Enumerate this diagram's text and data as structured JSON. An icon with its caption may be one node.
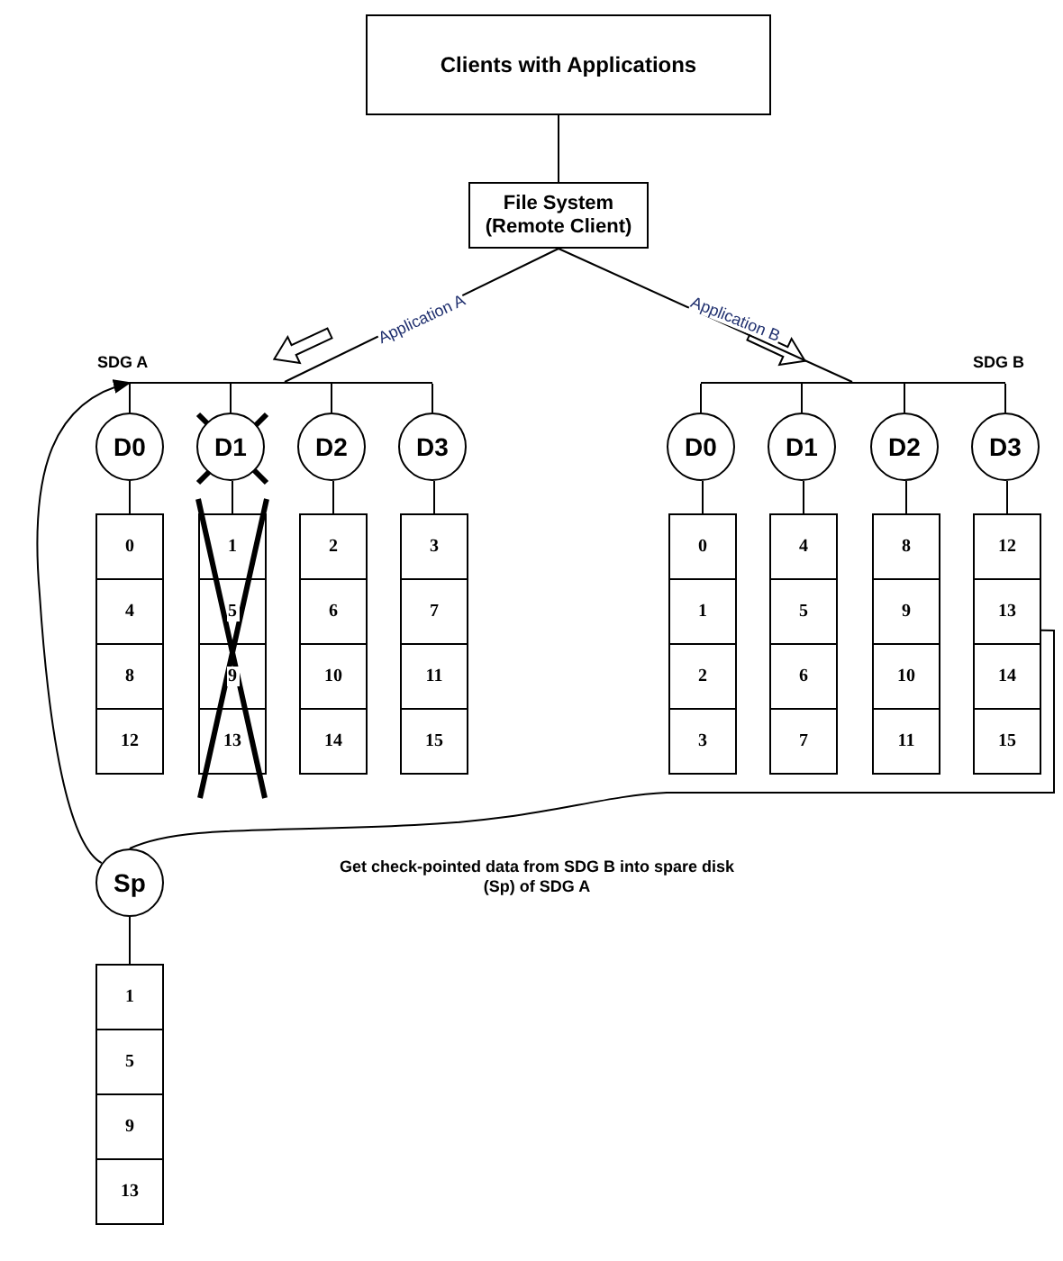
{
  "diagram": {
    "nodes": [
      {
        "text": [
          "Clients with Applications"
        ]
      },
      {
        "text": [
          "File System (Remote Client)"
        ]
      },
      {
        "text": [],
        "shape": "bar",
        "beside": [
          "SDG A"
        ]
      },
      {
        "text": [
          "D0"
        ]
      },
      {
        "text": [
          "D1"
        ]
      },
      {
        "text": [
          "D2"
        ]
      },
      {
        "text": [
          "D3"
        ]
      },
      {
        "text": [
          "0"
        ]
      },
      {
        "text": [
          "4"
        ]
      },
      {
        "text": [
          "8"
        ]
      },
      {
        "text": [
          "12"
        ]
      },
      {
        "text": [
          "1"
        ]
      },
      {
        "text": [
          "5"
        ]
      },
      {
        "text": [
          "9"
        ]
      },
      {
        "text": [
          "13"
        ]
      },
      {
        "text": [
          "2"
        ]
      },
      {
        "text": [
          "6"
        ]
      },
      {
        "text": [
          "10"
        ]
      },
      {
        "text": [
          "14"
        ]
      },
      {
        "text": [
          "3"
        ]
      },
      {
        "text": [
          "7"
        ]
      },
      {
        "text": [
          "11"
        ]
      },
      {
        "text": [
          "15"
        ]
      },
      {
        "text": [],
        "shape": "bar",
        "beside": [
          "SDG B"
        ]
      },
      {
        "text": [
          "D0"
        ]
      },
      {
        "text": [
          "D1"
        ]
      },
      {
        "text": [
          "D2"
        ]
      },
      {
        "text": [
          "D3"
        ]
      },
      {
        "text": [
          "0"
        ]
      },
      {
        "text": [
          "1"
        ]
      },
      {
        "text": [
          "2"
        ]
      },
      {
        "text": [
          "3"
        ]
      },
      {
        "text": [
          "4"
        ]
      },
      {
        "text": [
          "5"
        ]
      },
      {
        "text": [
          "6"
        ]
      },
      {
        "text": [
          "7"
        ]
      },
      {
        "text": [
          "8"
        ]
      },
      {
        "text": [
          "9"
        ]
      },
      {
        "text": [
          "10"
        ]
      },
      {
        "text": [
          "11"
        ]
      },
      {
        "text": [
          "12"
        ]
      },
      {
        "text": [
          "13"
        ]
      },
      {
        "text": [
          "14"
        ]
      },
      {
        "text": [
          "15"
        ]
      },
      {
        "text": [
          "Sp"
        ]
      },
      {
        "text": [
          "1"
        ]
      },
      {
        "text": [
          "5"
        ]
      },
      {
        "text": [
          "9"
        ]
      },
      {
        "text": [
          "13"
        ]
      }
    ],
    "edges": [
      {
        "from": 0,
        "to": 1,
        "arrow": "none"
      },
      {
        "from": 1,
        "to": 2,
        "arrow": "none",
        "label": "Application A"
      },
      {
        "from": 1,
        "to": 23,
        "arrow": "none",
        "label": "Application B"
      },
      {
        "from": 2,
        "to": 3,
        "arrow": "none"
      },
      {
        "from": 2,
        "to": 4,
        "arrow": "none"
      },
      {
        "from": 2,
        "to": 5,
        "arrow": "none"
      },
      {
        "from": 2,
        "to": 6,
        "arrow": "none"
      },
      {
        "from": 23,
        "to": 24,
        "arrow": "none"
      },
      {
        "from": 23,
        "to": 25,
        "arrow": "none"
      },
      {
        "from": 23,
        "to": 26,
        "arrow": "none"
      },
      {
        "from": 23,
        "to": 27,
        "arrow": "none"
      },
      {
        "from": 3,
        "to": 7,
        "arrow": "none"
      },
      {
        "from": 4,
        "to": 11,
        "arrow": "none"
      },
      {
        "from": 5,
        "to": 15,
        "arrow": "none"
      },
      {
        "from": 6,
        "to": 19,
        "arrow": "none"
      },
      {
        "from": 24,
        "to": 28,
        "arrow": "none"
      },
      {
        "from": 25,
        "to": 32,
        "arrow": "none"
      },
      {
        "from": 26,
        "to": 36,
        "arrow": "none"
      },
      {
        "from": 27,
        "to": 40,
        "arrow": "none"
      },
      {
        "from": 41,
        "to": 44,
        "arrow": "none"
      },
      {
        "from": 44,
        "to": 2,
        "arrow": "to"
      },
      {
        "from": 44,
        "to": 45,
        "arrow": "none"
      }
    ],
    "labels": [
      "Get check-pointed data from SDG B into spare disk (Sp) of SDG A"
    ]
  }
}
